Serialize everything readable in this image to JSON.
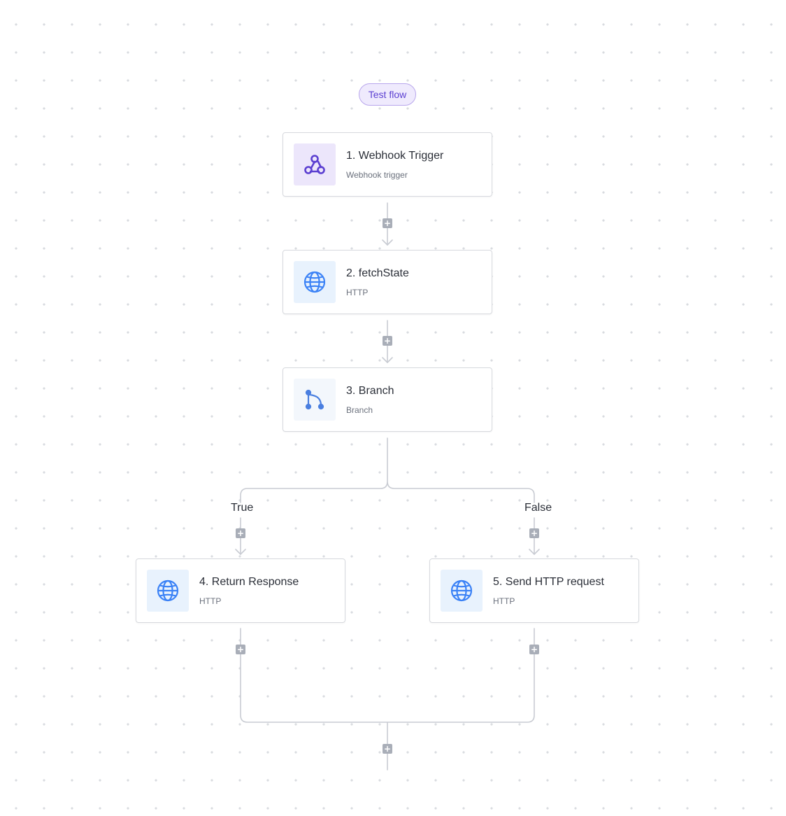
{
  "test_flow_label": "Test flow",
  "nodes": [
    {
      "title": "1. Webhook Trigger",
      "subtitle": "Webhook trigger",
      "icon": "webhook-icon"
    },
    {
      "title": "2. fetchState",
      "subtitle": "HTTP",
      "icon": "globe-icon"
    },
    {
      "title": "3. Branch",
      "subtitle": "Branch",
      "icon": "branch-icon"
    },
    {
      "title": "4. Return Response",
      "subtitle": "HTTP",
      "icon": "globe-icon"
    },
    {
      "title": "5. Send HTTP request",
      "subtitle": "HTTP",
      "icon": "globe-icon"
    }
  ],
  "branches": {
    "true_label": "True",
    "false_label": "False"
  },
  "add_step_symbol": "+",
  "colors": {
    "accent_purple": "#5b3fd1",
    "icon_blue": "#3b82f6",
    "connector": "#c9ccd3",
    "add_button": "#a9aeb8"
  }
}
